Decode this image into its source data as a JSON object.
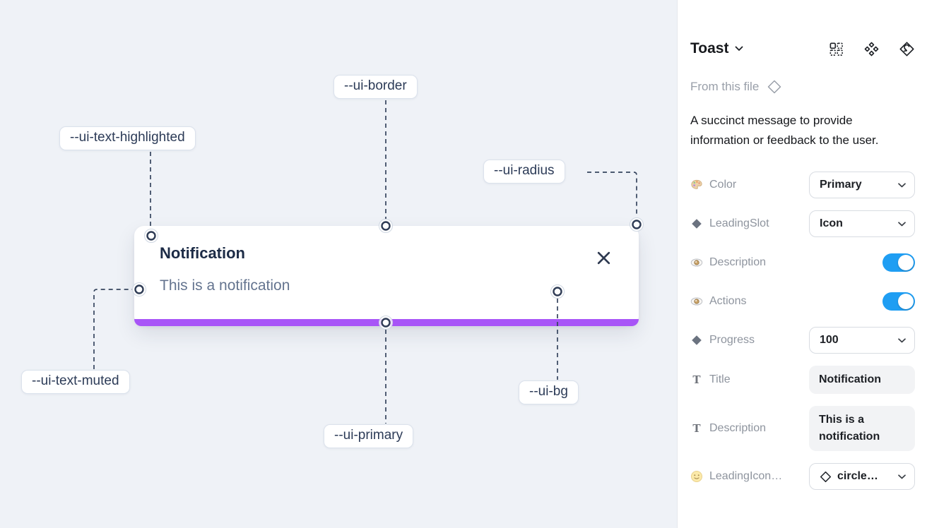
{
  "canvas": {
    "toast": {
      "title": "Notification",
      "description": "This is a notification"
    },
    "var_labels": [
      {
        "text": "--ui-border"
      },
      {
        "text": "--ui-text-highlighted"
      },
      {
        "text": "--ui-radius"
      },
      {
        "text": "--ui-text-muted"
      },
      {
        "text": "--ui-primary"
      },
      {
        "text": "--ui-bg"
      }
    ],
    "colors": {
      "canvas_bg": "#eff2f7",
      "primary_bar": "#a855f7",
      "annotation_line": "#36455e"
    }
  },
  "panel": {
    "title": "Toast",
    "source_label": "From this file",
    "description_lines": [
      "A succinct message to provide",
      "information or feedback to the user."
    ],
    "header_icons": [
      "component-grid-icon",
      "variants-icon",
      "main-component-icon"
    ],
    "toggle_color": "#1f9ef3",
    "properties": [
      {
        "icon": "palette-icon",
        "label": "Color",
        "control": "dropdown",
        "value": "Primary"
      },
      {
        "icon": "diamond-icon",
        "label": "LeadingSlot",
        "control": "dropdown",
        "value": "Icon"
      },
      {
        "icon": "eye-icon",
        "label": "Description",
        "control": "toggle",
        "value": "on"
      },
      {
        "icon": "eye-icon",
        "label": "Actions",
        "control": "toggle",
        "value": "on"
      },
      {
        "icon": "diamond-icon",
        "label": "Progress",
        "control": "dropdown",
        "value": "100"
      },
      {
        "icon": "text-icon",
        "label": "Title",
        "control": "text",
        "value": "Notification"
      },
      {
        "icon": "text-icon",
        "label": "Description",
        "control": "text",
        "value": "This is a notification"
      },
      {
        "icon": "smiley-icon",
        "label": "LeadingIcon…",
        "control": "dropdown",
        "value": "circle…",
        "value_icon": "diamond-outline-icon"
      }
    ]
  }
}
